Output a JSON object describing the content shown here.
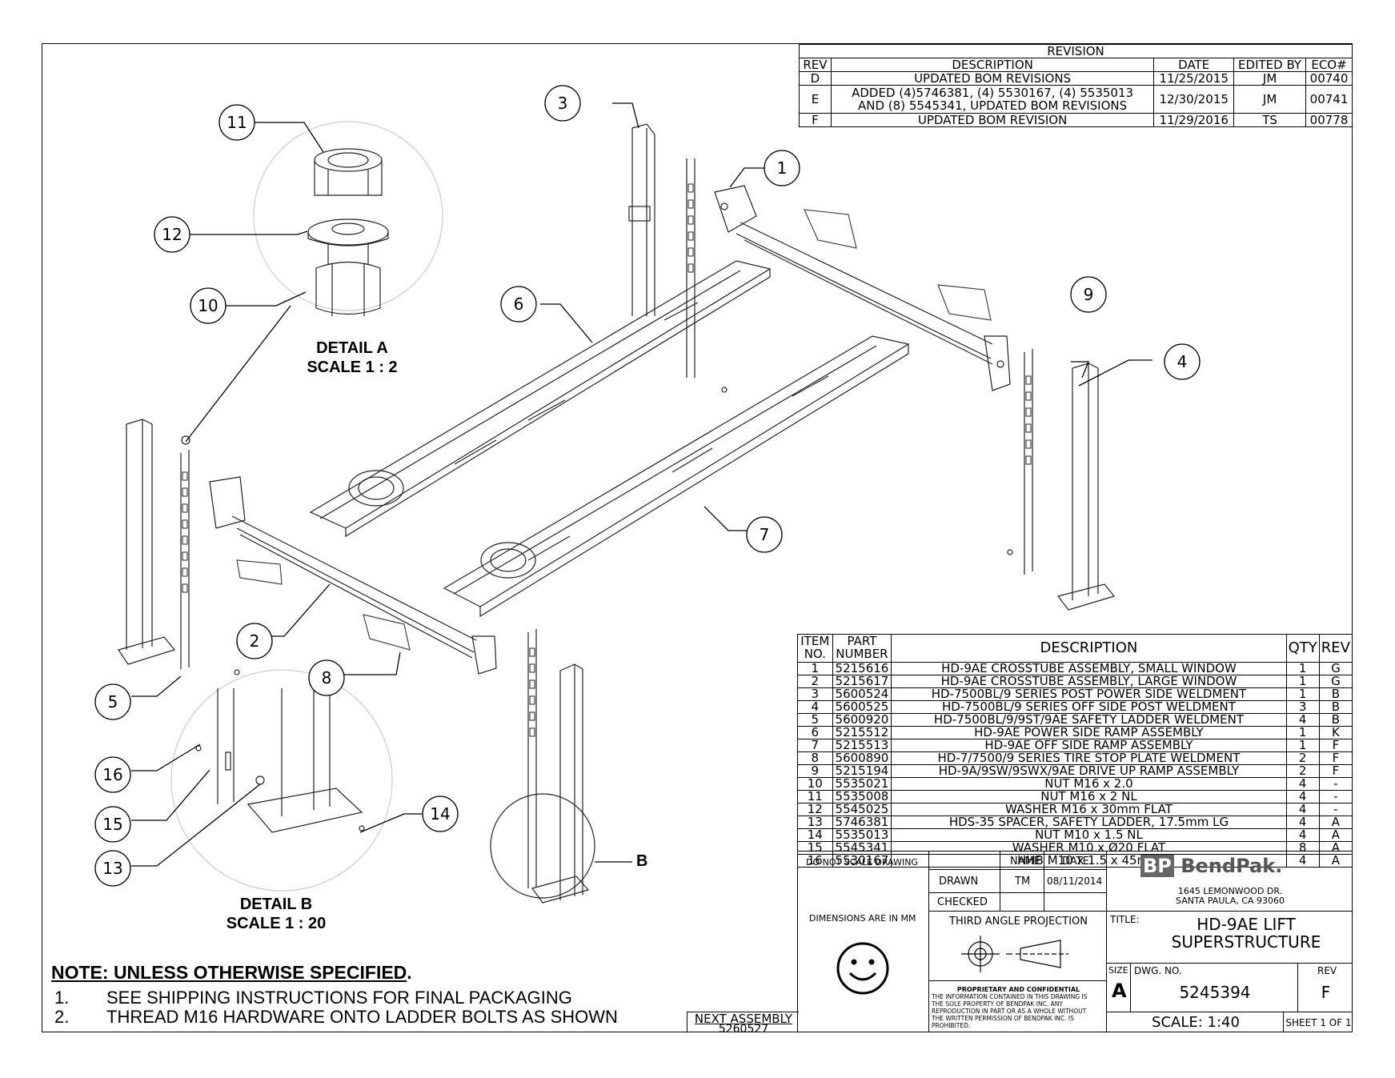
{
  "revision_table": {
    "title": "REVISION",
    "headers": [
      "REV",
      "DESCRIPTION",
      "DATE",
      "EDITED BY",
      "ECO#"
    ],
    "rows": [
      {
        "rev": "D",
        "desc": "UPDATED BOM REVISIONS",
        "date": "11/25/2015",
        "by": "JM",
        "eco": "00740"
      },
      {
        "rev": "E",
        "desc": "ADDED (4)5746381, (4) 5530167, (4) 5535013",
        "desc2": "AND (8) 5545341, UPDATED BOM REVISIONS",
        "date": "12/30/2015",
        "by": "JM",
        "eco": "00741"
      },
      {
        "rev": "F",
        "desc": "UPDATED BOM REVISION",
        "date": "11/29/2016",
        "by": "TS",
        "eco": "00778"
      }
    ]
  },
  "bom": {
    "headers": {
      "item1": "ITEM",
      "item2": "NO.",
      "part1": "PART",
      "part2": "NUMBER",
      "desc": "DESCRIPTION",
      "qty": "QTY",
      "rev": "REV"
    },
    "rows": [
      {
        "no": "1",
        "part": "5215616",
        "desc": "HD-9AE CROSSTUBE ASSEMBLY, SMALL WINDOW",
        "qty": "1",
        "rev": "G"
      },
      {
        "no": "2",
        "part": "5215617",
        "desc": "HD-9AE CROSSTUBE ASSEMBLY, LARGE WINDOW",
        "qty": "1",
        "rev": "G"
      },
      {
        "no": "3",
        "part": "5600524",
        "desc": "HD-7500BL/9 SERIES POST POWER SIDE WELDMENT",
        "qty": "1",
        "rev": "B"
      },
      {
        "no": "4",
        "part": "5600525",
        "desc": "HD-7500BL/9 SERIES OFF SIDE POST WELDMENT",
        "qty": "3",
        "rev": "B"
      },
      {
        "no": "5",
        "part": "5600920",
        "desc": "HD-7500BL/9/9ST/9AE SAFETY LADDER WELDMENT",
        "qty": "4",
        "rev": "B"
      },
      {
        "no": "6",
        "part": "5215512",
        "desc": "HD-9AE POWER SIDE RAMP ASSEMBLY",
        "qty": "1",
        "rev": "K"
      },
      {
        "no": "7",
        "part": "5215513",
        "desc": "HD-9AE OFF SIDE RAMP ASSEMBLY",
        "qty": "1",
        "rev": "F"
      },
      {
        "no": "8",
        "part": "5600890",
        "desc": "HD-7/7500/9 SERIES TIRE STOP PLATE WELDMENT",
        "qty": "2",
        "rev": "F"
      },
      {
        "no": "9",
        "part": "5215194",
        "desc": "HD-9A/9SW/9SWX/9AE DRIVE UP RAMP ASSEMBLY",
        "qty": "2",
        "rev": "F"
      },
      {
        "no": "10",
        "part": "5535021",
        "desc": "NUT M16 x 2.0",
        "qty": "4",
        "rev": "-"
      },
      {
        "no": "11",
        "part": "5535008",
        "desc": "NUT M16 x 2 NL",
        "qty": "4",
        "rev": "-"
      },
      {
        "no": "12",
        "part": "5545025",
        "desc": "WASHER M16 x 30mm FLAT",
        "qty": "4",
        "rev": "-"
      },
      {
        "no": "13",
        "part": "5746381",
        "desc": "HDS-35 SPACER, SAFETY LADDER, 17.5mm LG",
        "qty": "4",
        "rev": "A"
      },
      {
        "no": "14",
        "part": "5535013",
        "desc": "NUT M10 x 1.5 NL",
        "qty": "4",
        "rev": "A"
      },
      {
        "no": "15",
        "part": "5545341",
        "desc": "WASHER M10 x Ø20 FLAT",
        "qty": "8",
        "rev": "A"
      },
      {
        "no": "16",
        "part": "5530167",
        "desc": "HHB M10 x 1.5 x 45mm",
        "qty": "4",
        "rev": "A"
      }
    ]
  },
  "title_block": {
    "do_not_scale": "DO NOT SCALE DRAWING",
    "name_label": "NAME",
    "date_label": "DATE",
    "drawn_label": "DRAWN",
    "drawn_name": "TM",
    "drawn_date": "08/11/2014",
    "checked_label": "CHECKED",
    "dimensions": "DIMENSIONS ARE IN MM",
    "projection": "THIRD ANGLE PROJECTION",
    "company_logo": "BendPak.",
    "logo_bp": "BP",
    "address1": "1645 LEMONWOOD DR.",
    "address2": "SANTA PAULA, CA 93060",
    "title_label": "TITLE:",
    "title1": "HD-9AE LIFT",
    "title2": "SUPERSTRUCTURE",
    "size_label": "SIZE",
    "size": "A",
    "dwg_label": "DWG. NO.",
    "dwg_no": "5245394",
    "rev_label": "REV",
    "rev": "F",
    "scale": "SCALE: 1:40",
    "sheet": "SHEET 1 OF 1",
    "proprietary_title": "PROPRIETARY AND CONFIDENTIAL",
    "proprietary_lines": [
      "THE INFORMATION CONTAINED IN THIS DRAWING IS",
      "THE SOLE PROPERTY OF BENDPAK INC. ANY",
      "REPRODUCTION IN PART OR AS A WHOLE WITHOUT",
      "THE WRITTEN PERMISSION OF BENDPAK INC. IS",
      "PROHIBITED."
    ]
  },
  "next_assembly": {
    "label": "NEXT ASSEMBLY",
    "value": "5260527"
  },
  "details": {
    "a_title": "DETAIL A",
    "a_scale": "SCALE 1 : 2",
    "b_title": "DETAIL B",
    "b_scale": "SCALE 1 : 20",
    "b_callout": "B"
  },
  "notes": {
    "heading": "NOTE: UNLESS OTHERWISE SPECIFIED",
    "items": [
      {
        "num": "1.",
        "text": "SEE SHIPPING INSTRUCTIONS FOR FINAL PACKAGING"
      },
      {
        "num": "2.",
        "text": "THREAD M16 HARDWARE ONTO LADDER BOLTS AS SHOWN"
      }
    ]
  },
  "balloons": [
    "1",
    "2",
    "3",
    "4",
    "5",
    "6",
    "7",
    "8",
    "9",
    "10",
    "11",
    "12",
    "13",
    "14",
    "15",
    "16"
  ]
}
